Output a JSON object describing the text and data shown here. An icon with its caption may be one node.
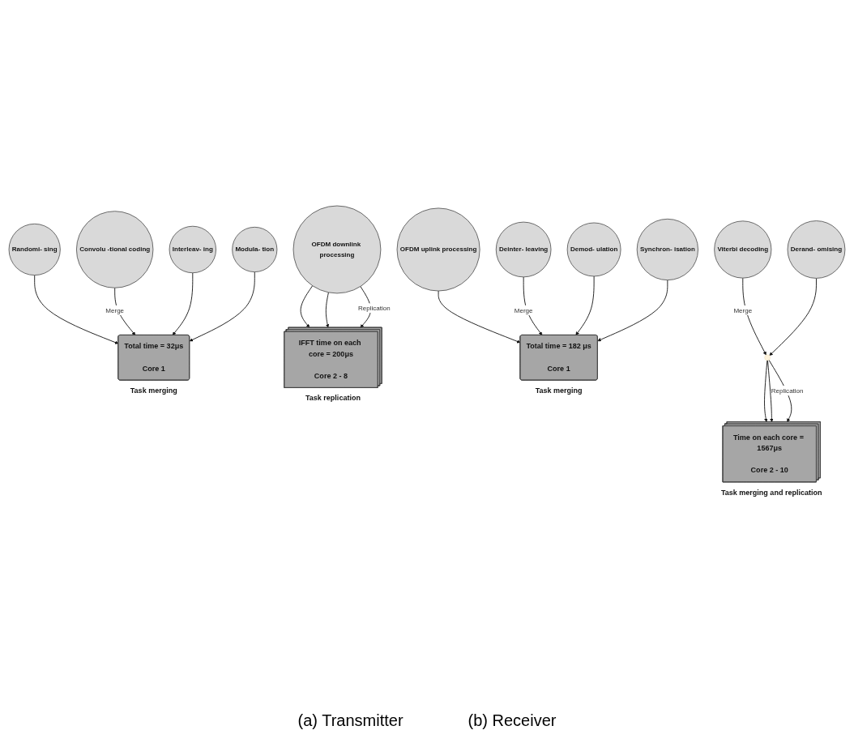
{
  "diagram": {
    "nodes": [
      {
        "text": [
          "Randomi- sing"
        ]
      },
      {
        "text": [
          "Convolu -tional coding"
        ]
      },
      {
        "text": [
          "Interleav- ing"
        ]
      },
      {
        "text": [
          "Modula- tion"
        ]
      },
      {
        "text": [
          "Total time = 32μs",
          "Core 1"
        ],
        "beside": [
          "Task merging"
        ]
      },
      {
        "text": [
          "OFDM downlink processing"
        ]
      },
      {
        "text": [
          "IFFT time on each core = 200μs",
          "Core 2 - 8"
        ],
        "beside": [
          "Task replication"
        ]
      },
      {
        "text": [
          "OFDM uplink processing"
        ]
      },
      {
        "text": [
          "Deinter- leaving"
        ]
      },
      {
        "text": [
          "Demod- ulation"
        ]
      },
      {
        "text": [
          "Synchron- isation"
        ]
      },
      {
        "text": [
          "Total time = 182 μs",
          "Core 1"
        ],
        "beside": [
          "Task merging"
        ]
      },
      {
        "text": [
          "Viterbi decoding"
        ]
      },
      {
        "text": [
          "Derand- omising"
        ]
      },
      {
        "text": [],
        "shape": "point"
      },
      {
        "text": [
          "Time on each core = 1567μs",
          "Core 2 - 10"
        ],
        "beside": [
          "Task merging and replication"
        ]
      }
    ],
    "edges": [
      {
        "from": 0,
        "to": 4,
        "arrow": "to"
      },
      {
        "from": 1,
        "to": 4,
        "arrow": "to",
        "label": "Merge"
      },
      {
        "from": 2,
        "to": 4,
        "arrow": "to"
      },
      {
        "from": 3,
        "to": 4,
        "arrow": "to"
      },
      {
        "from": 5,
        "to": 6,
        "arrow": "to"
      },
      {
        "from": 5,
        "to": 6,
        "arrow": "to"
      },
      {
        "from": 5,
        "to": 6,
        "arrow": "to",
        "label": "Replication"
      },
      {
        "from": 7,
        "to": 11,
        "arrow": "to"
      },
      {
        "from": 8,
        "to": 11,
        "arrow": "to",
        "label": "Merge"
      },
      {
        "from": 9,
        "to": 11,
        "arrow": "to"
      },
      {
        "from": 10,
        "to": 11,
        "arrow": "to"
      },
      {
        "from": 12,
        "to": 14,
        "arrow": "to",
        "label": "Merge"
      },
      {
        "from": 13,
        "to": 14,
        "arrow": "to"
      },
      {
        "from": 14,
        "to": 15,
        "arrow": "to"
      },
      {
        "from": 14,
        "to": 15,
        "arrow": "to"
      },
      {
        "from": 14,
        "to": 15,
        "arrow": "to",
        "label": "Replication"
      }
    ],
    "labels": [
      "(a) Transmitter",
      "(b) Receiver"
    ]
  }
}
